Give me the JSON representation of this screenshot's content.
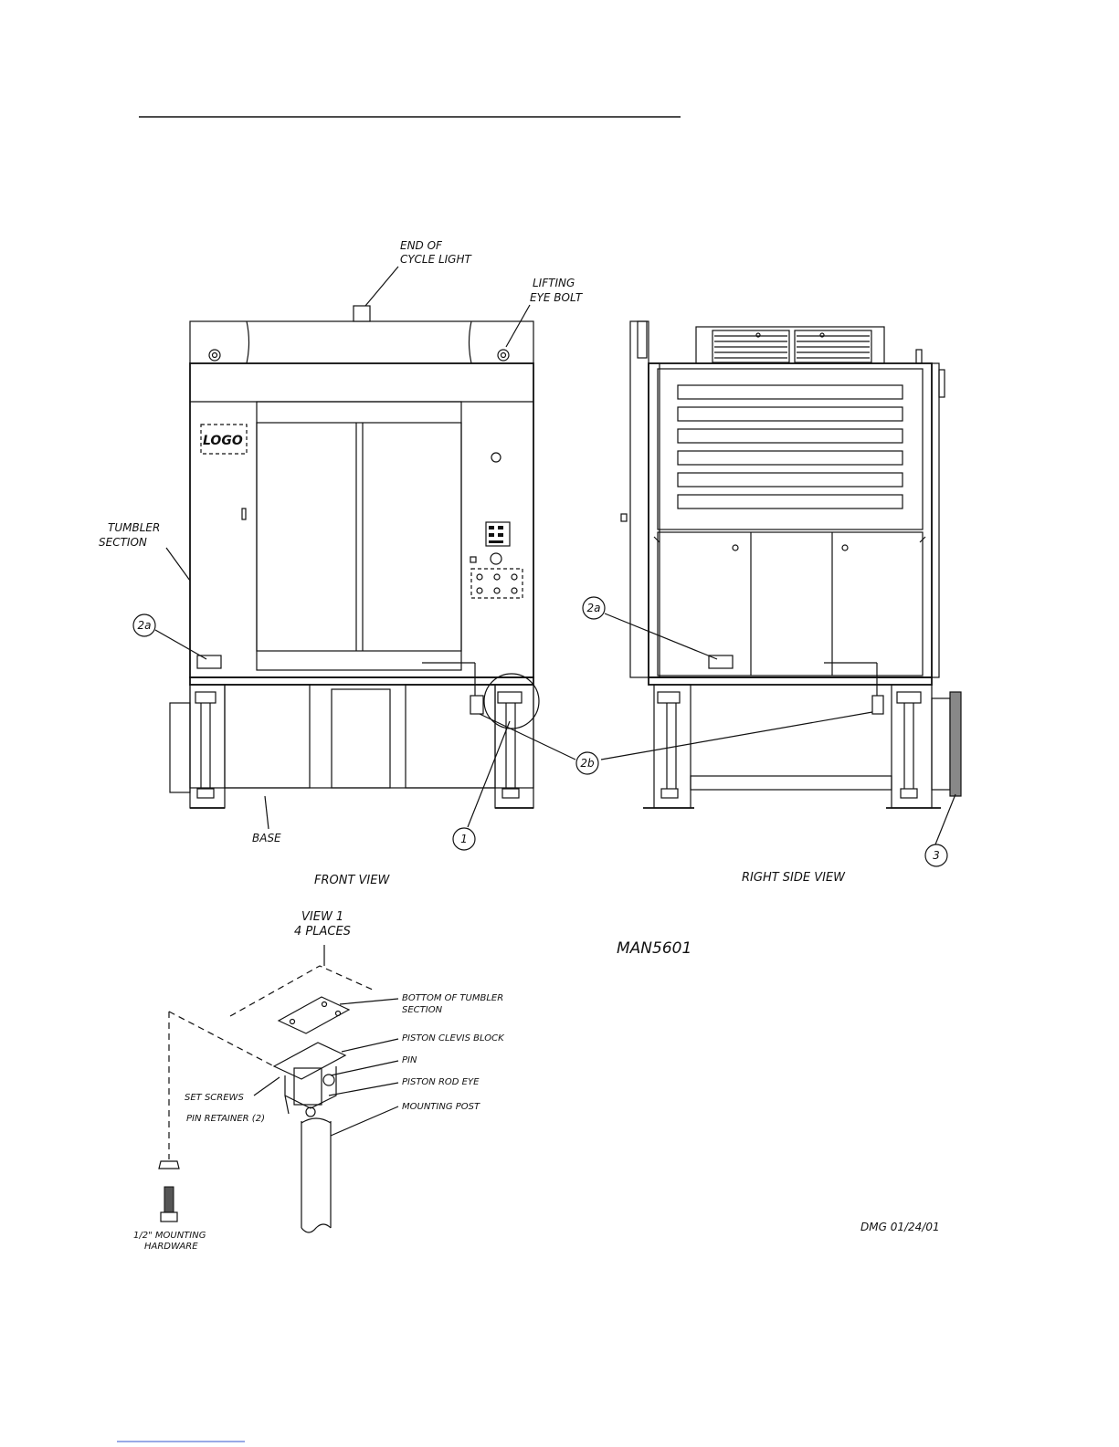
{
  "labels": {
    "end_of_cycle_1": "END OF",
    "end_of_cycle_2": "CYCLE LIGHT",
    "lifting_1": "LIFTING",
    "lifting_2": "EYE BOLT",
    "tumbler_1": "TUMBLER",
    "tumbler_2": "SECTION",
    "logo": "LOGO",
    "base": "BASE",
    "front_view": "FRONT VIEW",
    "right_side_view": "RIGHT SIDE VIEW",
    "view1_1": "VIEW 1",
    "view1_2": "4 PLACES",
    "doc_id": "MAN5601",
    "bottom_tumbler_1": "BOTTOM OF TUMBLER",
    "bottom_tumbler_2": "SECTION",
    "piston_clevis": "PISTON CLEVIS BLOCK",
    "pin": "PIN",
    "piston_rod_eye": "PISTON ROD EYE",
    "mounting_post": "MOUNTING POST",
    "set_screws": "SET SCREWS",
    "pin_retainer": "PIN RETAINER (2)",
    "hardware_1": "1/2\" MOUNTING",
    "hardware_2": "HARDWARE",
    "signature": "DMG 01/24/01"
  },
  "callouts": {
    "c2a_front": "2a",
    "c2a_side": "2a",
    "c2b": "2b",
    "c1": "1",
    "c3": "3"
  },
  "colors": {
    "ink": "#111111",
    "background": "#ffffff"
  }
}
